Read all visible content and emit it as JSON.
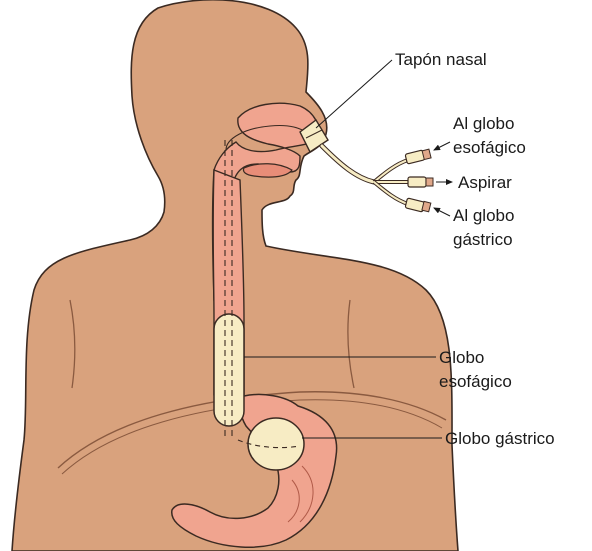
{
  "labels": {
    "nasal_plug": "Tapón nasal",
    "to_esophageal_balloon": [
      "Al globo",
      "esofágico"
    ],
    "aspirate": "Aspirar",
    "to_gastric_balloon": [
      "Al globo",
      "gástrico"
    ],
    "esophageal_balloon": [
      "Globo",
      "esofágico"
    ],
    "gastric_balloon": "Globo gástrico"
  },
  "colors": {
    "skin": "#d9a27d",
    "mucosa": "#f0a48f",
    "tube": "#f7ecc4",
    "outline": "#3b2a22"
  }
}
